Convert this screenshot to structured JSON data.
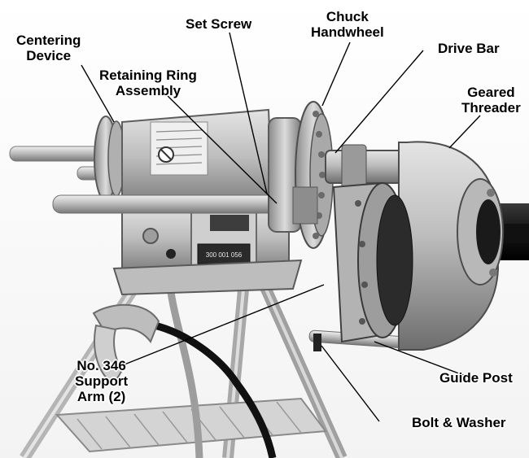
{
  "labels": {
    "centering_device": [
      "Centering",
      "Device"
    ],
    "set_screw": [
      "Set Screw"
    ],
    "chuck_handwheel": [
      "Chuck",
      "Handwheel"
    ],
    "drive_bar": [
      "Drive Bar"
    ],
    "retaining_ring_assembly": [
      "Retaining Ring",
      "Assembly"
    ],
    "geared_threader": [
      "Geared",
      "Threader"
    ],
    "support_arm": [
      "No. 346",
      "Support",
      "Arm (2)"
    ],
    "guide_post": [
      "Guide Post"
    ],
    "bolt_washer": [
      "Bolt & Washer"
    ]
  },
  "nameplate": {
    "line1": "300 001 056"
  },
  "colors": {
    "background": "#ffffff",
    "label_text": "#000000",
    "leader_line": "#000000",
    "metal_light": "#c9c9c9",
    "metal_mid": "#9a9a9a",
    "metal_dark": "#4a4a4a",
    "pipe_black": "#151515"
  }
}
